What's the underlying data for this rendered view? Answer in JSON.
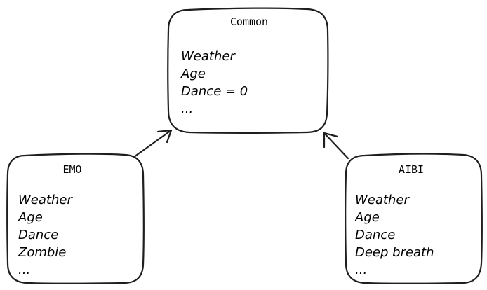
{
  "nodes": {
    "common": {
      "title": "Common",
      "items": [
        "Weather",
        "Age",
        "Dance = 0",
        "..."
      ]
    },
    "emo": {
      "title": "EMO",
      "items": [
        "Weather",
        "Age",
        "Dance",
        "Zombie",
        "..."
      ]
    },
    "aibi": {
      "title": "AIBI",
      "items": [
        "Weather",
        "Age",
        "Dance",
        "Deep breath",
        "..."
      ]
    }
  },
  "edges": [
    {
      "from": "EMO",
      "to": "Common"
    },
    {
      "from": "AIBI",
      "to": "Common"
    }
  ]
}
